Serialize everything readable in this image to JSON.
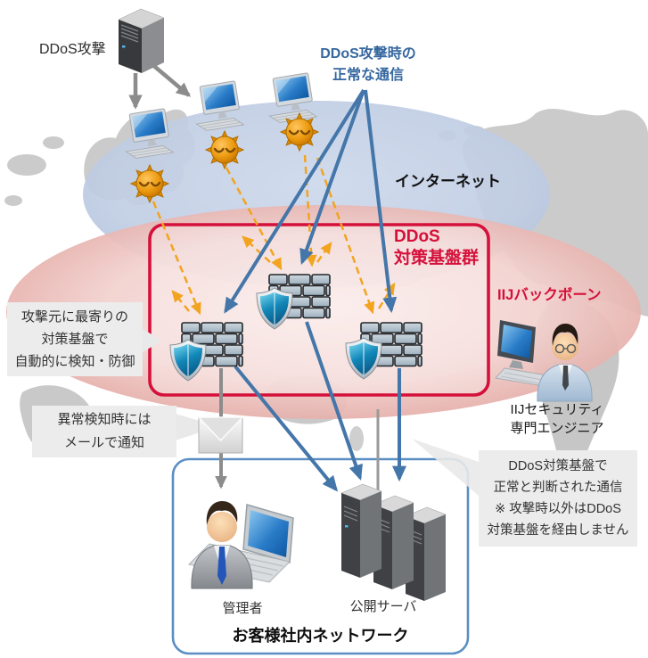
{
  "diagram": {
    "labels": {
      "attack": "DDoS攻撃",
      "normal": {
        "line1": "DDoS攻撃時の",
        "line2": "正常な通信"
      },
      "internet": "インターネット",
      "ddos_platform": {
        "line1": "DDoS",
        "line2": "対策基盤群"
      },
      "backbone": "IIJバックボーン",
      "engineer": {
        "line1": "IIJセキュリティ",
        "line2": "専門エンジニア"
      }
    },
    "callouts": {
      "detect": {
        "line1": "攻撃元に最寄りの",
        "line2": "対策基盤で",
        "line3": "自動的に検知・防御"
      },
      "mail": {
        "line1": "異常検知時には",
        "line2": "メールで通知"
      },
      "note": {
        "line1": "DDoS対策基盤で",
        "line2": "正常と判断された通信",
        "line3": "※ 攻撃時以外はDDoS",
        "line4": "対策基盤を経由しません"
      }
    },
    "customer": {
      "admin": "管理者",
      "servers": "公開サーバ",
      "network": "お客様社内ネットワーク"
    },
    "icons": {
      "attacker": "server-tower-icon",
      "infected_pc": "desktop-pc-icon",
      "malware": "virus-icon",
      "protection": "firewall-icon",
      "shield": "shield-icon",
      "notification": "envelope-icon",
      "admin": "admin-person-icon",
      "public_server": "server-rack-icon",
      "engineer": "engineer-person-icon"
    },
    "colors": {
      "accent_red": "#d5103a",
      "arrow_blue": "#4476a9",
      "arrow_attack_orange": "#f2a41f",
      "arrow_gray": "#8c8c8c",
      "internet_ellipse": "#b9c8e0",
      "backbone_ellipse": "#e9b7b2",
      "customer_box_border": "#5b8fc4",
      "callout_bg": "#ececec",
      "normal_text_blue": "#35679f"
    }
  }
}
